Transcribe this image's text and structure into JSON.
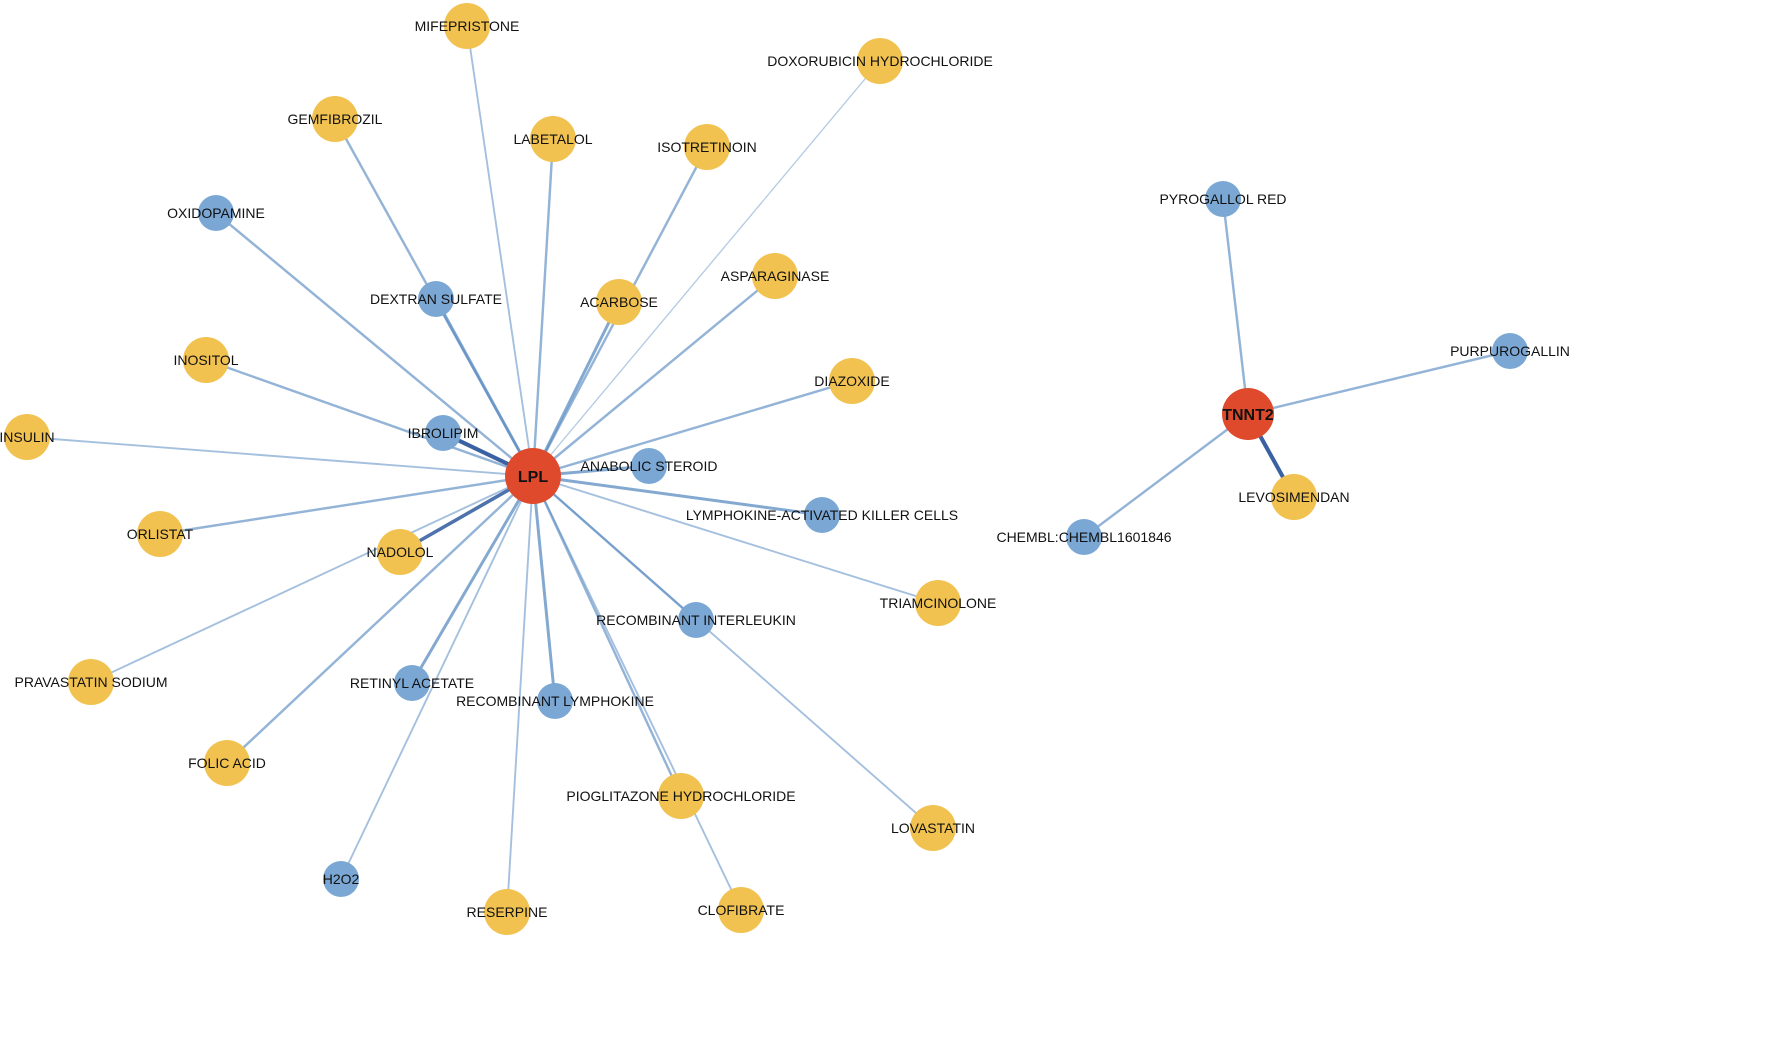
{
  "colors": {
    "target": "#E04A2C",
    "drug_yellow": "#F1C250",
    "drug_blue": "#7BA7D4",
    "edge": "#5B8CC2"
  },
  "hubs": [
    {
      "id": "LPL",
      "label": "LPL"
    },
    {
      "id": "TNNT2",
      "label": "TNNT2"
    }
  ],
  "nodes": [
    {
      "id": "MIFEPRISTONE",
      "label": "MIFEPRISTONE",
      "group": "yellow",
      "target": "LPL",
      "weight": 2
    },
    {
      "id": "DOXORUBICIN",
      "label": "DOXORUBICIN HYDROCHLORIDE",
      "group": "yellow",
      "target": "LPL",
      "weight": 1
    },
    {
      "id": "GEMFIBROZIL",
      "label": "GEMFIBROZIL",
      "group": "yellow",
      "target": "LPL",
      "weight": 3
    },
    {
      "id": "LABETALOL",
      "label": "LABETALOL",
      "group": "yellow",
      "target": "LPL",
      "weight": 3
    },
    {
      "id": "ISOTRETINOIN",
      "label": "ISOTRETINOIN",
      "group": "yellow",
      "target": "LPL",
      "weight": 3
    },
    {
      "id": "OXIDOPAMINE",
      "label": "OXIDOPAMINE",
      "group": "blue",
      "target": "LPL",
      "weight": 3
    },
    {
      "id": "DEXTRAN",
      "label": "DEXTRAN SULFATE",
      "group": "blue",
      "target": "LPL",
      "weight": 4
    },
    {
      "id": "ACARBOSE",
      "label": "ACARBOSE",
      "group": "yellow",
      "target": "LPL",
      "weight": 4
    },
    {
      "id": "ASPARAGINASE",
      "label": "ASPARAGINASE",
      "group": "yellow",
      "target": "LPL",
      "weight": 3
    },
    {
      "id": "INOSITOL",
      "label": "INOSITOL",
      "group": "yellow",
      "target": "LPL",
      "weight": 3
    },
    {
      "id": "DIAZOXIDE",
      "label": "DIAZOXIDE",
      "group": "yellow",
      "target": "LPL",
      "weight": 3
    },
    {
      "id": "IBROLIPIM",
      "label": "IBROLIPIM",
      "group": "blue",
      "target": "LPL",
      "weight": 6
    },
    {
      "id": "INSULIN",
      "label": "INSULIN",
      "group": "yellow",
      "target": "LPL",
      "weight": 2
    },
    {
      "id": "ANABOLIC",
      "label": "ANABOLIC STEROID",
      "group": "blue",
      "target": "LPL",
      "weight": 4
    },
    {
      "id": "LAK",
      "label": "LYMPHOKINE-ACTIVATED KILLER CELLS",
      "group": "blue",
      "target": "LPL",
      "weight": 4
    },
    {
      "id": "ORLISTAT",
      "label": "ORLISTAT",
      "group": "yellow",
      "target": "LPL",
      "weight": 3
    },
    {
      "id": "NADOLOL",
      "label": "NADOLOL",
      "group": "yellow",
      "target": "LPL",
      "weight": 5
    },
    {
      "id": "TRIAMCINOLONE",
      "label": "TRIAMCINOLONE",
      "group": "yellow",
      "target": "LPL",
      "weight": 2
    },
    {
      "id": "RECOMB_IL",
      "label": "RECOMBINANT INTERLEUKIN",
      "group": "blue",
      "target": "LPL",
      "weight": 3
    },
    {
      "id": "PRAVASTATIN",
      "label": "PRAVASTATIN SODIUM",
      "group": "yellow",
      "target": "LPL",
      "weight": 2
    },
    {
      "id": "RETINYL",
      "label": "RETINYL ACETATE",
      "group": "blue",
      "target": "LPL",
      "weight": 4
    },
    {
      "id": "RECOMB_LYMPH",
      "label": "RECOMBINANT LYMPHOKINE",
      "group": "blue",
      "target": "LPL",
      "weight": 4
    },
    {
      "id": "FOLIC",
      "label": "FOLIC ACID",
      "group": "yellow",
      "target": "LPL",
      "weight": 3
    },
    {
      "id": "PIOGLITAZONE",
      "label": "PIOGLITAZONE HYDROCHLORIDE",
      "group": "yellow",
      "target": "LPL",
      "weight": 3
    },
    {
      "id": "LOVASTATIN",
      "label": "LOVASTATIN",
      "group": "yellow",
      "target": "LPL",
      "weight": 2
    },
    {
      "id": "H2O2",
      "label": "H2O2",
      "group": "blue",
      "target": "LPL",
      "weight": 2
    },
    {
      "id": "RESERPINE",
      "label": "RESERPINE",
      "group": "yellow",
      "target": "LPL",
      "weight": 2
    },
    {
      "id": "CLOFIBRATE",
      "label": "CLOFIBRATE",
      "group": "yellow",
      "target": "LPL",
      "weight": 2
    },
    {
      "id": "PYROGALLOL",
      "label": "PYROGALLOL RED",
      "group": "blue",
      "target": "TNNT2",
      "weight": 3
    },
    {
      "id": "PURPUROGALLIN",
      "label": "PURPUROGALLIN",
      "group": "blue",
      "target": "TNNT2",
      "weight": 3
    },
    {
      "id": "LEVOSIMENDAN",
      "label": "LEVOSIMENDAN",
      "group": "yellow",
      "target": "TNNT2",
      "weight": 6
    },
    {
      "id": "CHEMBL",
      "label": "CHEMBL:CHEMBL1601846",
      "group": "blue",
      "target": "TNNT2",
      "weight": 3
    }
  ]
}
